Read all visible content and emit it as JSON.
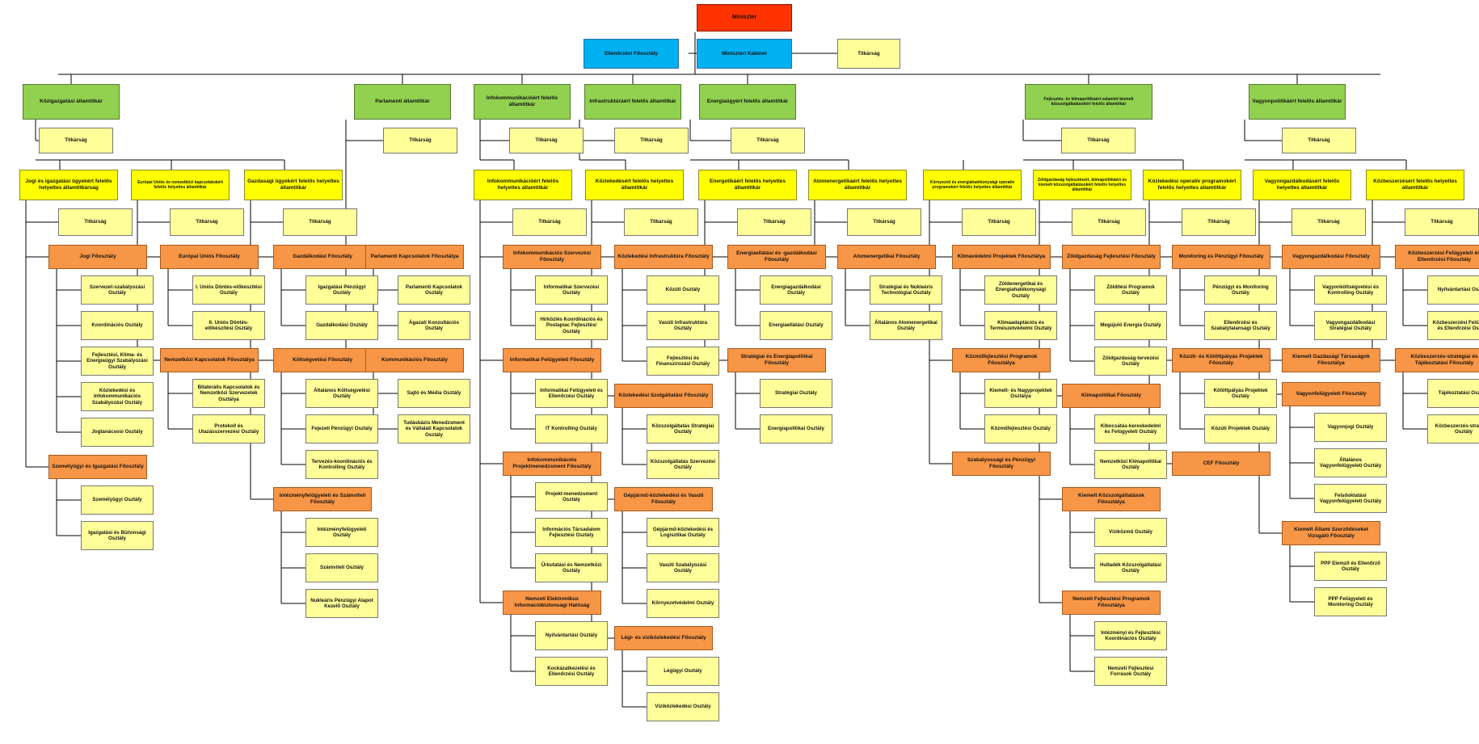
{
  "minister": "Miniszter",
  "top_row": {
    "ellenorzesi": "Ellenőrzési Főosztály",
    "kabinet": "Miniszteri Kabinet",
    "titkarsag": "Titkárság"
  },
  "secretariat_label": "Titkárság",
  "columns": [
    {
      "head": "Közigazgatási államtitkár",
      "deputies": [
        {
          "title": "Jogi és igazgatási ügyekért felelős helyettes államtitkárság",
          "depts": [
            {
              "name": "Jogi Főosztály",
              "units": [
                "Szervezet-szabályozási Osztály",
                "Koordinációs Osztály",
                "Fejlesztési, Klíma- és Energiaügyi Szabályozási Osztály",
                "Közlekedési és Infokommunikációs Szabályozási Osztály",
                "Jogtanácsosi Osztály"
              ]
            },
            {
              "name": "Személyügyi és Igazgatási Főosztály",
              "units": [
                "Személyügyi Osztály",
                "Igazgatási és Biztonsági Osztály"
              ]
            }
          ]
        },
        {
          "title": "Európai Uniós és nemzetközi kapcsolatokért felelős helyettes államtitkár",
          "depts": [
            {
              "name": "Európai Uniós Főosztály",
              "units": [
                "I. Uniós Döntés-előkészítési Osztály",
                "II. Uniós Döntés-előkészítési Osztály"
              ]
            },
            {
              "name": "Nemzetközi Kapcsolatok Főosztálya",
              "units": [
                "Bilaterális Kapcsolatok és Nemzetközi Szervezetek Osztálya",
                "Protokoll és Utazásszervezési Osztály"
              ]
            }
          ]
        },
        {
          "title": "Gazdasági ügyekért felelős helyettes államtitkár",
          "depts": [
            {
              "name": "Gazdálkodási Főosztály",
              "units": [
                "Igazgatási Pénzügyi Osztály",
                "Gazdálkodási Osztály"
              ]
            },
            {
              "name": "Költségvetési Főosztály",
              "units": [
                "Általános Költségvetési Osztály",
                "Fejezeti Pénzügyi Osztály",
                "Tervezés-koordinációs és Kontrolling Osztály"
              ]
            },
            {
              "name": "Intézményfelügyeleti és Számviteli Főosztály",
              "units": [
                "Intézményfelügyeleti Osztály",
                "Számviteli Osztály",
                "Nukleáris Pénzügyi Alapot Kezelő Osztály"
              ]
            }
          ]
        }
      ]
    },
    {
      "head": "Parlamenti államtitkár",
      "depts": [
        {
          "name": "Parlamenti Kapcsolatok Főosztálya",
          "units": [
            "Parlamenti Kapcsolatok Osztály",
            "Ágazati Konzultációs Osztály"
          ]
        },
        {
          "name": "Kommunikációs Főosztály",
          "units": [
            "Sajtó és Média Osztály",
            "Tudásbázis Menedzsment és Vállalati Kapcsolatok Osztály"
          ]
        }
      ]
    },
    {
      "head": "Infokommunikációért felelős államtitkár",
      "deputy": "Infokommunikációért felelős helyettes államtitkár",
      "depts": [
        {
          "name": "Infokommunikációs Szervezési Főosztály",
          "units": [
            "Informatikai Szervezési Osztály",
            "Hírközlés Koordinációs és Postapiac Fejlesztési Osztály"
          ]
        },
        {
          "name": "Informatikai Felügyeleti Főosztály",
          "units": [
            "Informatikai Felügyeleti és Ellenőrzési Osztály",
            "IT Kontrolling Osztály"
          ]
        },
        {
          "name": "Infokommunikációs Projektmenedzsment Főosztály",
          "units": [
            "Projekt-menedzsment Osztály",
            "Információs Társadalom Fejlesztési Osztály",
            "Űrkutatási és Nemzetközi Osztály"
          ]
        },
        {
          "name": "Nemzeti Elektronikus Információbiztonsági Hatóság",
          "units": [
            "Nyilvántartási Osztály",
            "Kockázatkezelési és Ellenőrzési Osztály"
          ]
        }
      ]
    },
    {
      "head": "Infrastruktúráért felelős államtitkár",
      "deputy": "Közlekedésért felelős helyettes államtitkár",
      "depts": [
        {
          "name": "Közlekedési Infrastruktúra Főosztály",
          "units": [
            "Közúti Osztály",
            "Vasúti Infrastruktúra Osztály",
            "Fejlesztési és Finanszírozási Osztály"
          ]
        },
        {
          "name": "Közlekedési Szolgáltatási Főosztály",
          "units": [
            "Közszolgáltatás Stratégiai Osztály",
            "Közszolgáltatás Szervezési Osztály"
          ]
        },
        {
          "name": "Gépjármű-közlekedési és Vasúti Főosztály",
          "units": [
            "Gépjármű-közlekedési és Logisztikai Osztály",
            "Vasúti Szabályozási Osztály",
            "Környezetvédelmi Osztály"
          ]
        },
        {
          "name": "Légi- és víziközlekedési Főosztály",
          "units": [
            "Légügyi Osztály",
            "Víziközlekedési Osztály"
          ]
        }
      ]
    },
    {
      "head": "Energiaügyért felelős államtitkár",
      "deputies": [
        {
          "title": "Energetikáért felelős helyettes államtitkár",
          "depts": [
            {
              "name": "Energiaellátási és -gazdálkodási Főosztály",
              "units": [
                "Energiagazdálkodási Osztály",
                "Energiaellátási Osztály"
              ]
            },
            {
              "name": "Stratégiai és Energiapolitikai Főosztály",
              "units": [
                "Stratégiai Osztály",
                "Energiapolitikai Osztály"
              ]
            }
          ]
        },
        {
          "title": "Atomenergetikáért felelős helyettes államtitkár",
          "depts": [
            {
              "name": "Atomenergetikai Főosztály",
              "units": [
                "Stratégiai és Nukleáris Technológiai Osztály",
                "Általános Atomenergetikai Osztály"
              ]
            }
          ]
        }
      ]
    },
    {
      "head": "Fejlesztés- és klímapolitikáért valamint kiemelt közszolgáltatásokért felelős államtitkár",
      "deputies": [
        {
          "title": "Környezeti és energiahatékonysági operatív programokért felelős helyettes államtitkár",
          "depts": [
            {
              "name": "Klímavédelmi Projektek Főosztálya",
              "units": [
                "Zöldenergetikai és Energiahatékonysági Osztály",
                "Klímaadaptációs és Természetvédelmi Osztály"
              ]
            },
            {
              "name": "Közműfejlesztési Programok Főosztálya",
              "units": [
                "Kiemelt- és Nagyprojektek Osztálya",
                "Közműfejlesztési Osztály"
              ]
            },
            {
              "name": "Szabályossági és Pénzügyi Főosztály",
              "units": []
            }
          ]
        },
        {
          "title": "Zöldgazdaság fejlesztésért, klímapolitikáért és kiemelt közszolgáltatásokért felelős helyettes államtitkár",
          "depts": [
            {
              "name": "Zöldgazdaság Fejlesztési Főosztály",
              "units": [
                "Zöldítési Programok Osztály",
                "Megújuló Energia Osztály",
                "Zöldgazdaság-tervezési Osztály"
              ]
            },
            {
              "name": "Klímapolitikai Főosztály",
              "units": [
                "Kibocsátás-kereskedelmi és Felügyeleti Osztály",
                "Nemzetközi Klímapolitikai Osztály"
              ]
            },
            {
              "name": "Kiemelt Közszolgáltatások Főosztálya",
              "units": [
                "Víziközmű Osztály",
                "Hulladék Közszolgáltatási Osztály"
              ]
            },
            {
              "name": "Nemzeti Fejlesztési Programok Főosztálya",
              "units": [
                "Intézményi és Fejlesztési Koordinációs Osztály",
                "Nemzeti Fejlesztési Források Osztály"
              ]
            }
          ]
        },
        {
          "title": "Közlekedési operatív programokért felelős helyettes államtitkár",
          "depts": [
            {
              "name": "Monitoring és Pénzügyi Főosztály",
              "units": [
                "Pénzügyi és Monitoring Osztály",
                "Ellenőrzési és Szabálytalansági Osztály"
              ]
            },
            {
              "name": "Közúti- és Kötöttpályás Projektek Főosztály",
              "units": [
                "Kötöttpályás Projektek Osztály",
                "Közúti Projektek Osztály"
              ]
            },
            {
              "name": "CEF Főosztály",
              "units": []
            }
          ]
        }
      ]
    },
    {
      "head": "Vagyonpolitikáért felelős államtitkár",
      "deputies": [
        {
          "title": "Vagyongazdálkodásért felelős helyettes államtitkár",
          "depts": [
            {
              "name": "Vagyongazdálkodási Főosztály",
              "units": [
                "Vagyonköltségvetési és Kontrolling Osztály",
                "Vagyongazdálkodási Stratégiai Osztály"
              ]
            },
            {
              "name": "Kiemelt Gazdasági Társaságok Főosztálya",
              "units": []
            },
            {
              "name": "Vagyonfelügyeleti Főosztály",
              "units": [
                "Vagyonjogi Osztály",
                "Általános Vagyonfelügyeleti Osztály",
                "Felsőoktatási Vagyonfelügyeleti Osztály"
              ]
            },
            {
              "name": "Kiemelt Állami Szerződéseket Vizsgáló Főosztály",
              "units": [
                "PPP Elemző és Ellenőrző Osztály",
                "PPP Felügyeleti és Monitoring Osztály"
              ]
            }
          ]
        },
        {
          "title": "Közbeszerzésért felelős helyettes államtitkár",
          "depts": [
            {
              "name": "Közbeszerzési Felügyeleti és Ellenőrzési Főosztály",
              "units": [
                "Nyilvántartási Osztály",
                "Közbeszerzési Felügyeleti és Ellenőrzési Osztály"
              ]
            },
            {
              "name": "Közbeszerzés-stratégiai és Tájékoztatási Főosztály",
              "units": [
                "Tájékoztatási Osztály",
                "Közbeszerzés-stratégiai Osztály"
              ]
            }
          ]
        }
      ]
    }
  ]
}
